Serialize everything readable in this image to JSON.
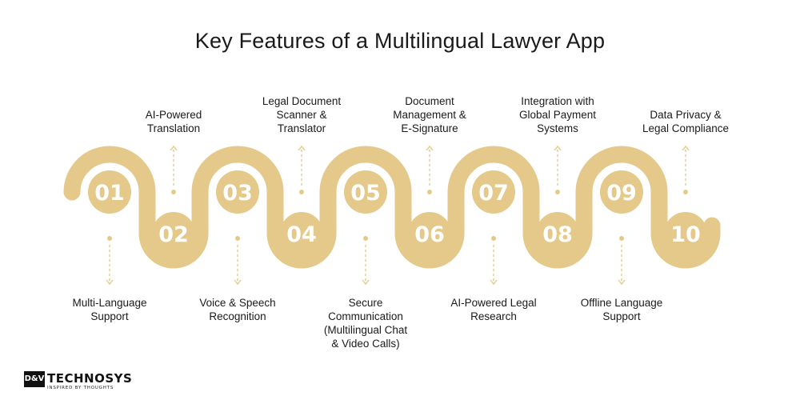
{
  "title": "Key Features of a Multilingual Lawyer App",
  "colors": {
    "ribbon": "#e4c98a",
    "circle": "#e4c98a",
    "connector": "#e4c98a",
    "number": "#ffffff",
    "text": "#1a1a1a"
  },
  "features": [
    {
      "number": "01",
      "label": "Multi-Language\nSupport"
    },
    {
      "number": "02",
      "label": "AI-Powered\nTranslation"
    },
    {
      "number": "03",
      "label": "Voice & Speech\nRecognition"
    },
    {
      "number": "04",
      "label": "Legal Document\nScanner &\nTranslator"
    },
    {
      "number": "05",
      "label": "Secure\nCommunication\n(Multilingual Chat\n& Video Calls)"
    },
    {
      "number": "06",
      "label": "Document\nManagement &\nE-Signature"
    },
    {
      "number": "07",
      "label": "AI-Powered Legal\nResearch"
    },
    {
      "number": "08",
      "label": "Integration with\nGlobal Payment\nSystems"
    },
    {
      "number": "09",
      "label": "Offline Language\nSupport"
    },
    {
      "number": "10",
      "label": "Data Privacy &\nLegal Compliance"
    }
  ],
  "logo": {
    "badge": "D&V",
    "name": "TECHNOSYS",
    "tagline": "INSPIRED BY THOUGHTS"
  }
}
